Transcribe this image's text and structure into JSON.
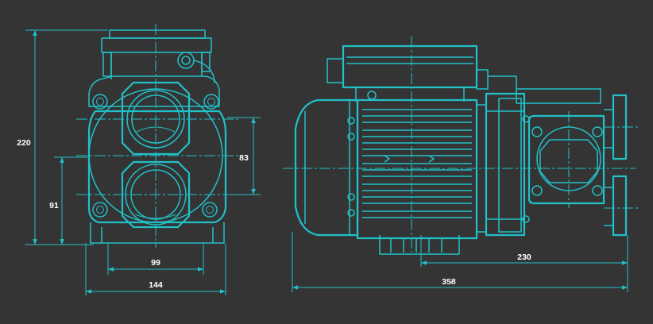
{
  "colors": {
    "background": "#343435",
    "outline": "#21c1c8",
    "text": "#ffffff"
  },
  "dimensions": {
    "height_total": "220",
    "height_suction": "91",
    "outlet_spacing": "83",
    "base_inner_width": "99",
    "base_outer_width": "144",
    "outlet_to_end": "230",
    "total_length": "358"
  }
}
